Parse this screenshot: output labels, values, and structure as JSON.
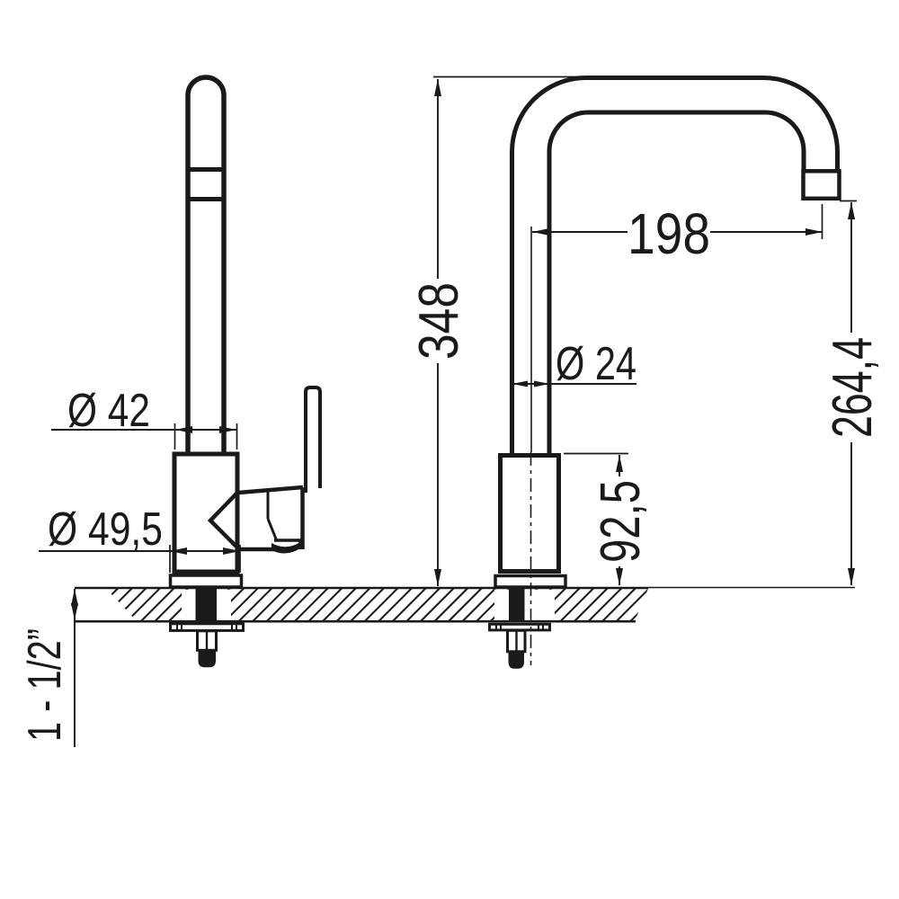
{
  "drawing": {
    "background_color": "#ffffff",
    "line_color": "#1a1a1a",
    "labels": {
      "spout_reach": "198",
      "total_height": "348",
      "spout_tube_diameter": "Ø 24",
      "outlet_height": "264,4",
      "body_height": "92,5",
      "body_diameter": "Ø 42",
      "base_diameter": "Ø 49,5",
      "mounting_thread": "1 - 1/2”"
    }
  }
}
